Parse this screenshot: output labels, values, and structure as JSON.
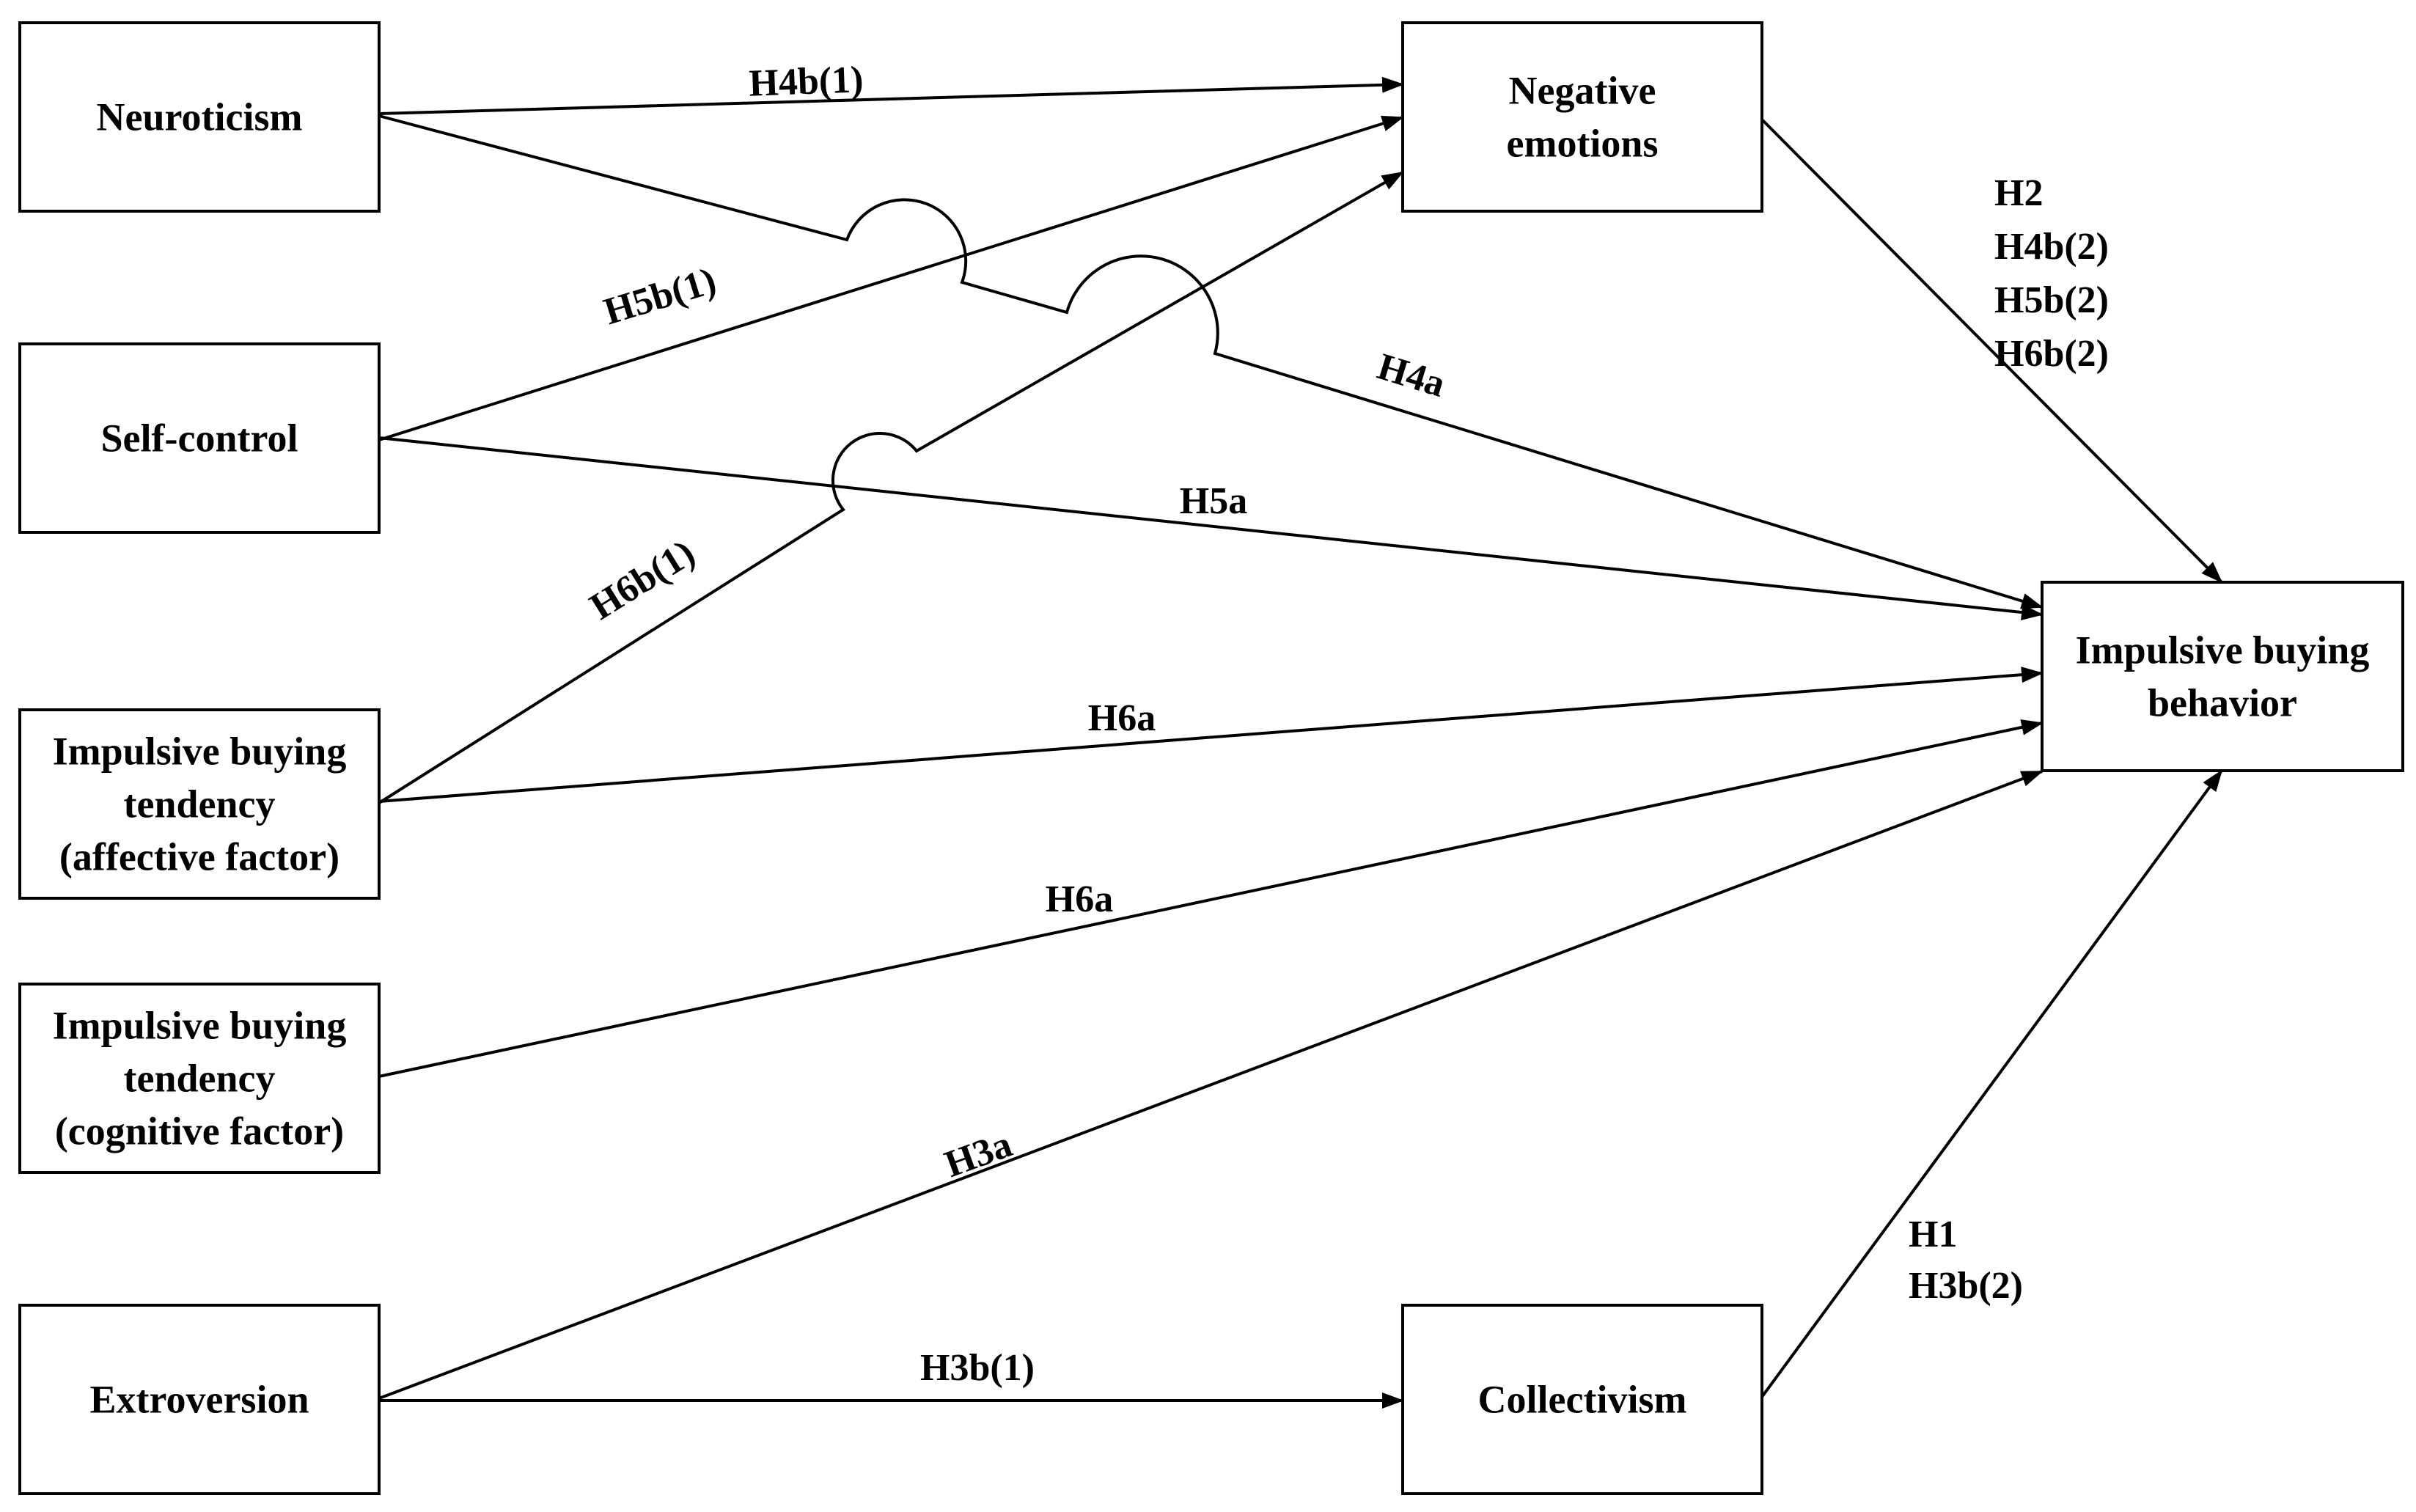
{
  "nodes": [
    {
      "id": "neuroticism",
      "lines": [
        "Neuroticism"
      ]
    },
    {
      "id": "self-control",
      "lines": [
        "Self-control"
      ]
    },
    {
      "id": "ibt-affective",
      "lines": [
        "Impulsive buying",
        "tendency",
        "(affective factor)"
      ]
    },
    {
      "id": "ibt-cognitive",
      "lines": [
        "Impulsive buying",
        "tendency",
        "(cognitive factor)"
      ]
    },
    {
      "id": "extroversion",
      "lines": [
        "Extroversion"
      ]
    },
    {
      "id": "negative-emotions",
      "lines": [
        "Negative",
        "emotions"
      ]
    },
    {
      "id": "collectivism",
      "lines": [
        "Collectivism"
      ]
    },
    {
      "id": "impulsive-buying-behavior",
      "lines": [
        "Impulsive buying",
        "behavior"
      ]
    }
  ],
  "edges": [
    {
      "id": "neuroticism-negative",
      "from": "neuroticism",
      "to": "negative-emotions",
      "labels": [
        "H4b(1)"
      ]
    },
    {
      "id": "selfcontrol-negative",
      "from": "self-control",
      "to": "negative-emotions",
      "labels": [
        "H5b(1)"
      ]
    },
    {
      "id": "affective-negative",
      "from": "ibt-affective",
      "to": "negative-emotions",
      "labels": [
        "H6b(1)"
      ]
    },
    {
      "id": "neuroticism-behavior",
      "from": "neuroticism",
      "to": "impulsive-buying-behavior",
      "labels": [
        "H4a"
      ]
    },
    {
      "id": "selfcontrol-behavior",
      "from": "self-control",
      "to": "impulsive-buying-behavior",
      "labels": [
        "H5a"
      ]
    },
    {
      "id": "affective-behavior",
      "from": "ibt-affective",
      "to": "impulsive-buying-behavior",
      "labels": [
        "H6a"
      ]
    },
    {
      "id": "cognitive-behavior",
      "from": "ibt-cognitive",
      "to": "impulsive-buying-behavior",
      "labels": [
        "H6a"
      ]
    },
    {
      "id": "extroversion-behavior",
      "from": "extroversion",
      "to": "impulsive-buying-behavior",
      "labels": [
        "H3a"
      ]
    },
    {
      "id": "extroversion-collectivism",
      "from": "extroversion",
      "to": "collectivism",
      "labels": [
        "H3b(1)"
      ]
    },
    {
      "id": "negative-behavior",
      "from": "negative-emotions",
      "to": "impulsive-buying-behavior",
      "labels": [
        "H2",
        "H4b(2)",
        "H5b(2)",
        "H6b(2)"
      ]
    },
    {
      "id": "collectivism-behavior",
      "from": "collectivism",
      "to": "impulsive-buying-behavior",
      "labels": [
        "H1",
        "H3b(2)"
      ]
    }
  ]
}
